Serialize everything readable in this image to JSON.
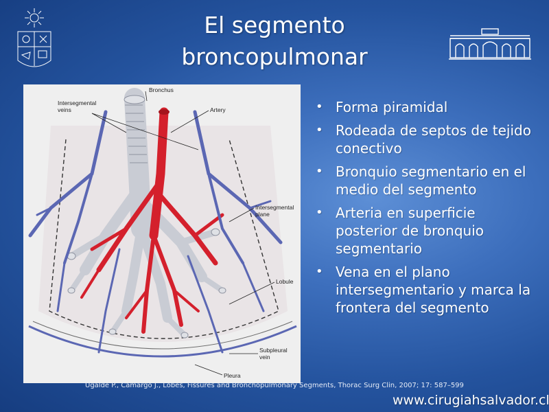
{
  "slide": {
    "title_line1": "El segmento",
    "title_line2": "broncopulmonar",
    "bullets": [
      "Forma piramidal",
      "Rodeada de septos de tejido conectivo",
      "Bronquio segmentario en el medio del segmento",
      "Arteria en superficie posterior de bronquio segmentario",
      "Vena en el plano intersegmentario y marca la frontera del segmento"
    ],
    "citation": "Ugalde P., Camargo J., Lobes, Fissures and Bronchopulmonary Segments, Thorac Surg Clin, 2007; 17: 587–599",
    "footer": "www.cirugiahsalvador.cl"
  },
  "figure": {
    "labels": {
      "bronchus": "Bronchus",
      "intersegmental_veins_1": "Intersegmental",
      "intersegmental_veins_2": "veins",
      "artery": "Artery",
      "intersegmental_plane_1": "Intersegmental",
      "intersegmental_plane_2": "plane",
      "lobule": "Lobule",
      "subpleural_vein_1": "Subpleural",
      "subpleural_vein_2": "vein",
      "pleura": "Pleura"
    }
  },
  "colors": {
    "artery": "#d4202c",
    "vein": "#5b67b3",
    "bronchus": "#c9ccd4",
    "figure_background": "#efefef"
  },
  "icons": [
    "university-crest-logo",
    "hospital-building-logo"
  ]
}
